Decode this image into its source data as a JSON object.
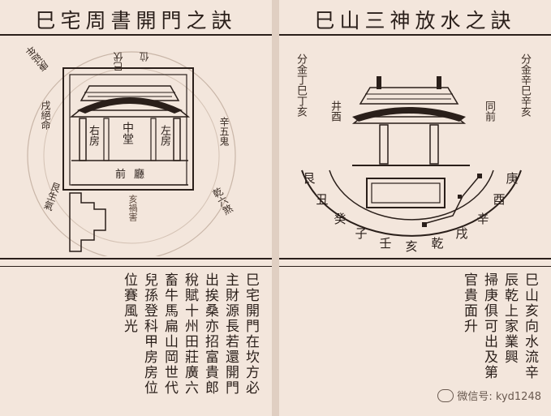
{
  "left_page": {
    "title": "巳宅周書開門之訣",
    "diagram": {
      "hall_center": "中堂",
      "right_room": "右房",
      "left_room": "左房",
      "front_hall": "前廳",
      "gate_note": "亥禍害",
      "top_left_note": "巳伏",
      "top_right_note": "位",
      "ring_texts": [
        "庚延年",
        "辛五鬼",
        "乾六煞",
        "戌絕命",
        "艮生氣"
      ]
    },
    "poem_columns": [
      "巳宅開門在坎方必",
      "主財源長若還開門",
      "出挨桑亦招富貴郎",
      "稅賦十州田莊廣六",
      "畜牛馬扁山岡世代",
      "兒孫登科甲房房位",
      "位賽風光"
    ]
  },
  "right_page": {
    "title": "巳山三神放水之訣",
    "left_label": "分金丁巳丁亥",
    "right_label": "分金辛巳辛亥",
    "well_label": "井酉",
    "front_label": "同前",
    "dial_characters": [
      "艮",
      "丑",
      "癸",
      "子",
      "壬",
      "亥",
      "乾",
      "戌",
      "辛",
      "酉",
      "庚"
    ],
    "poem_columns": [
      "巳山亥向水流辛",
      "辰乾上家業興",
      "掃庚俱可出及第",
      "官貴面升"
    ]
  },
  "watermark": "微信号: kyd1248"
}
